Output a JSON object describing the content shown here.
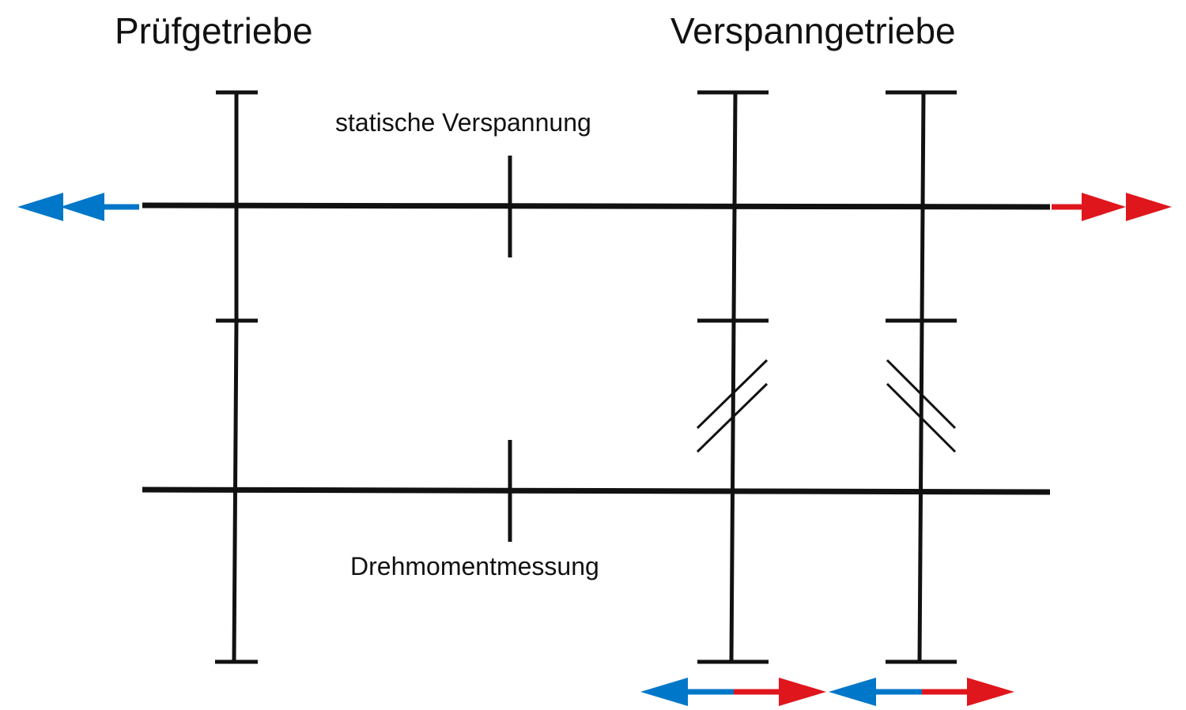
{
  "labels": {
    "test_gearbox": "Prüfgetriebe",
    "tension_gearbox": "Verspanngetriebe",
    "static_tension": "statische Verspannung",
    "torque_measurement": "Drehmomentmessung"
  },
  "colors": {
    "line": "#111111",
    "blue": "#0077c8",
    "red": "#e0161d"
  }
}
